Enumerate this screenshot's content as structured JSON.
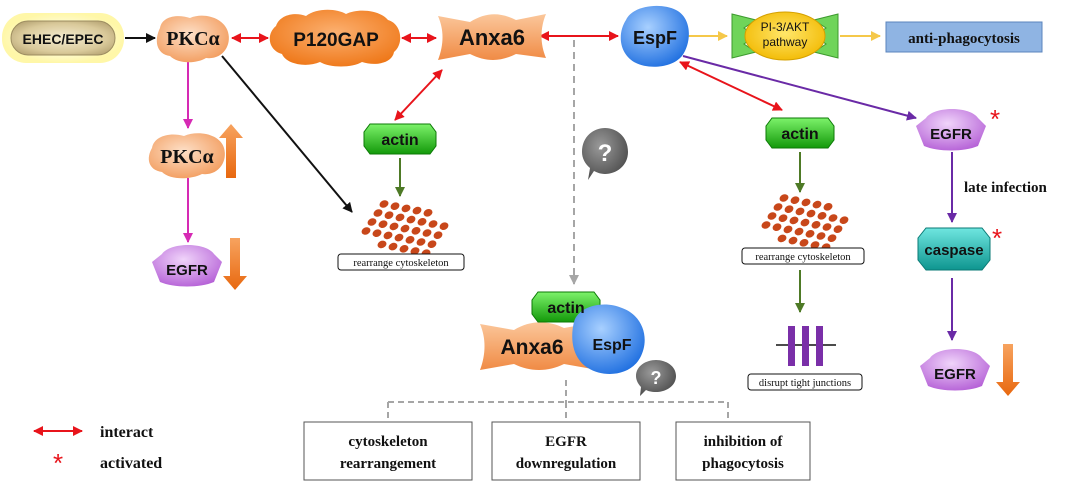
{
  "nodes": {
    "ehec_epec": "EHEC/EPEC",
    "pkca_top": "PKCα",
    "p120gap": "P120GAP",
    "anxa6_top": "Anxa6",
    "espf_top": "EspF",
    "pi3_akt_line1": "PI-3/AKT",
    "pi3_akt_line2": "pathway",
    "anti_phagocytosis": "anti-phagocytosis",
    "pkca_mid": "PKCα",
    "egfr_left": "EGFR",
    "actin_left": "actin",
    "rearrange_left": "rearrange cytoskeleton",
    "actin_right": "actin",
    "rearrange_right": "rearrange cytoskeleton",
    "disrupt_tj": "disrupt tight junctions",
    "egfr_right_top": "EGFR",
    "late_infection": "late infection",
    "caspase": "caspase",
    "egfr_right_bottom": "EGFR",
    "complex_actin": "actin",
    "complex_anxa6": "Anxa6",
    "complex_espf": "EspF",
    "question_top": "?",
    "question_bottom": "?"
  },
  "outcomes": [
    {
      "line1": "cytoskeleton",
      "line2": "rearrangement"
    },
    {
      "line1": "EGFR",
      "line2": "downregulation"
    },
    {
      "line1": "inhibition of",
      "line2": "phagocytosis"
    }
  ],
  "legend": {
    "interact": "interact",
    "activated": "activated",
    "asterisk": "*"
  },
  "colors": {
    "interact_arrow": "#e8141b",
    "pink_arrow": "#d62ab4",
    "green_arrow": "#4e7a26",
    "purple_arrow": "#6a2aa6",
    "gold_arrow": "#f5c84a",
    "gray_dashed": "#a6a6a6",
    "up_down_arrow": "#f07c28",
    "asterisk": "#e8141b",
    "pkca_fill": "#f7a76e",
    "p120gap_fill": "#f78a2a",
    "anxa6_fill": "#f5a46a",
    "espf_fill": "#3d8ff0",
    "egfr_fill": "#c77fe0",
    "actin_fill": "#28b814",
    "caspase_fill": "#1ab5b0",
    "anti_phago_fill": "#8fb4e3",
    "tj_bar_fill": "#7a2fa8",
    "filament_fill": "#c8471a"
  }
}
